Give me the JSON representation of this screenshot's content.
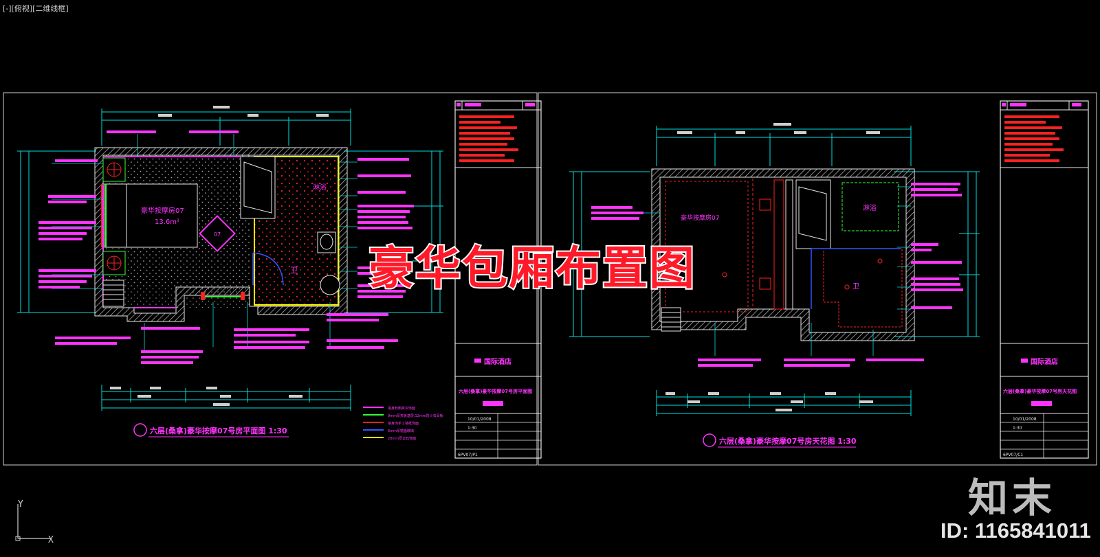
{
  "viewport": {
    "label": "[-][俯视][二维线框]"
  },
  "headline": "豪华包厢布置图",
  "watermark": {
    "brand": "知末",
    "id": "ID: 1165841011"
  },
  "ucs": {
    "y": "Y",
    "x": "X"
  },
  "left_sheet": {
    "title": "六层(桑拿)豪华按摩07号房平面图 1:30",
    "room_name": "豪华按摩房07",
    "room_area": "13.6m²",
    "bath_label": "淋浴",
    "toilet_label": "卫",
    "titleblock": {
      "hotel": "国际酒店",
      "drawing_name": "六层(桑拿)豪华按摩07号房平面图",
      "date": "10/01/2008",
      "scale": "1:30",
      "sheet_no": "6PV07/P1"
    },
    "legend": [
      "墙身粉刷抹灰饰面",
      "9mm厚夹板基层,12mm防火石膏板",
      "墙身饰手工墙纸饰面",
      "6mm厚镜面玻璃",
      "20mm厚云石饰面"
    ]
  },
  "right_sheet": {
    "title": "六层(桑拿)豪华按摩07号房天花图 1:30",
    "room_name": "豪华按摩房07",
    "bath_label": "淋浴",
    "toilet_label": "卫",
    "titleblock": {
      "hotel": "国际酒店",
      "drawing_name": "六层(桑拿)豪华按摩07号房天花图",
      "date": "10/01/2008",
      "scale": "1:30",
      "sheet_no": "6PV07/C1"
    }
  },
  "colors": {
    "magenta": "#ff33ff",
    "cyan": "#00e0e0",
    "yellow": "#ffff00",
    "green": "#33ff33",
    "red": "#ff2020",
    "white": "#e8e8e8",
    "blue": "#3355ff"
  }
}
